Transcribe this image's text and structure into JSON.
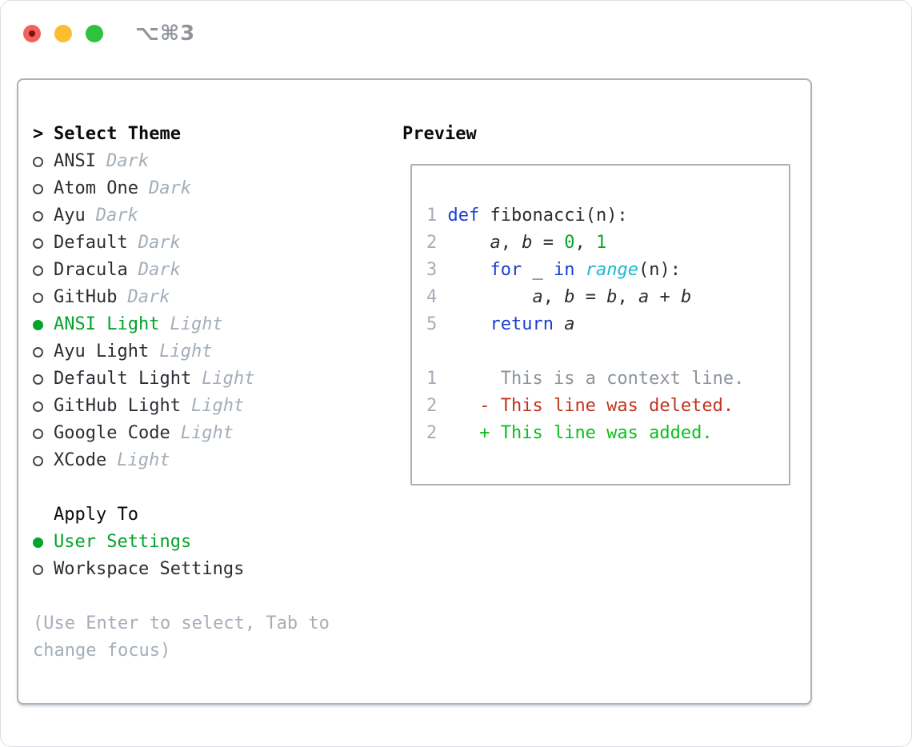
{
  "window": {
    "title": "⌥⌘3"
  },
  "colors": {
    "ink": "#2a2e33",
    "header": "#0b0b0c",
    "muted": "#a4aeb9",
    "ctxgray": "#8d949c",
    "green": "#04a32c",
    "addgreen": "#0cbe1f",
    "red": "#c1341e",
    "blue": "#1c40d0",
    "cyan": "#1db9d2",
    "numgreen": "#0aa42c",
    "ring": "#43484e",
    "panelborder": "#aab2bc",
    "boxborder": "#a9b1ba",
    "trafficred": "#f4605a",
    "trafficreddot": "#7a1512",
    "trafficyellow": "#fbbe30",
    "trafficgreen": "#2ec23f",
    "titlegray": "#8f959b"
  },
  "sidebar": {
    "header_prefix": ">",
    "header": "Select Theme",
    "themes": [
      {
        "name": "ANSI",
        "tag": "Dark",
        "selected": false
      },
      {
        "name": "Atom One",
        "tag": "Dark",
        "selected": false
      },
      {
        "name": "Ayu",
        "tag": "Dark",
        "selected": false
      },
      {
        "name": "Default",
        "tag": "Dark",
        "selected": false
      },
      {
        "name": "Dracula",
        "tag": "Dark",
        "selected": false
      },
      {
        "name": "GitHub",
        "tag": "Dark",
        "selected": false
      },
      {
        "name": "ANSI Light",
        "tag": "Light",
        "selected": true
      },
      {
        "name": "Ayu Light",
        "tag": "Light",
        "selected": false
      },
      {
        "name": "Default Light",
        "tag": "Light",
        "selected": false
      },
      {
        "name": "GitHub Light",
        "tag": "Light",
        "selected": false
      },
      {
        "name": "Google Code",
        "tag": "Light",
        "selected": false
      },
      {
        "name": "XCode",
        "tag": "Light",
        "selected": false
      }
    ],
    "apply_to": {
      "header": "Apply To",
      "options": [
        {
          "name": "User Settings",
          "selected": true
        },
        {
          "name": "Workspace Settings",
          "selected": false
        }
      ]
    },
    "hint_lines": [
      "(Use Enter to select, Tab to",
      "change focus)"
    ]
  },
  "preview": {
    "header": "Preview",
    "lines": [
      {
        "tokens": [
          {
            "t": "ln",
            "s": "1"
          },
          {
            "t": "plain",
            "s": " "
          },
          {
            "t": "kw",
            "s": "def"
          },
          {
            "t": "plain",
            "s": " fibonacci(n):"
          }
        ]
      },
      {
        "tokens": [
          {
            "t": "ln",
            "s": "2"
          },
          {
            "t": "plain",
            "s": "     "
          },
          {
            "t": "var",
            "s": "a"
          },
          {
            "t": "plain",
            "s": ", "
          },
          {
            "t": "var",
            "s": "b"
          },
          {
            "t": "plain",
            "s": " = "
          },
          {
            "t": "num",
            "s": "0"
          },
          {
            "t": "plain",
            "s": ", "
          },
          {
            "t": "num",
            "s": "1"
          }
        ]
      },
      {
        "tokens": [
          {
            "t": "ln",
            "s": "3"
          },
          {
            "t": "plain",
            "s": "     "
          },
          {
            "t": "kw",
            "s": "for"
          },
          {
            "t": "plain",
            "s": " _ "
          },
          {
            "t": "kw",
            "s": "in"
          },
          {
            "t": "plain",
            "s": " "
          },
          {
            "t": "fn",
            "s": "range"
          },
          {
            "t": "plain",
            "s": "(n):"
          }
        ]
      },
      {
        "tokens": [
          {
            "t": "ln",
            "s": "4"
          },
          {
            "t": "plain",
            "s": "         "
          },
          {
            "t": "var",
            "s": "a"
          },
          {
            "t": "plain",
            "s": ", "
          },
          {
            "t": "var",
            "s": "b"
          },
          {
            "t": "plain",
            "s": " = "
          },
          {
            "t": "var",
            "s": "b"
          },
          {
            "t": "plain",
            "s": ", "
          },
          {
            "t": "var",
            "s": "a"
          },
          {
            "t": "plain",
            "s": " + "
          },
          {
            "t": "var",
            "s": "b"
          }
        ]
      },
      {
        "tokens": [
          {
            "t": "ln",
            "s": "5"
          },
          {
            "t": "plain",
            "s": "     "
          },
          {
            "t": "kw",
            "s": "return"
          },
          {
            "t": "plain",
            "s": " "
          },
          {
            "t": "var",
            "s": "a"
          }
        ]
      },
      {
        "tokens": []
      },
      {
        "tokens": [
          {
            "t": "ln",
            "s": "1"
          },
          {
            "t": "ctx",
            "s": "      This is a context line."
          }
        ]
      },
      {
        "tokens": [
          {
            "t": "ln",
            "s": "2"
          },
          {
            "t": "plain",
            "s": "    "
          },
          {
            "t": "del",
            "s": "- This line was deleted."
          }
        ]
      },
      {
        "tokens": [
          {
            "t": "ln",
            "s": "2"
          },
          {
            "t": "plain",
            "s": "    "
          },
          {
            "t": "add",
            "s": "+ This line was added."
          }
        ]
      }
    ]
  }
}
